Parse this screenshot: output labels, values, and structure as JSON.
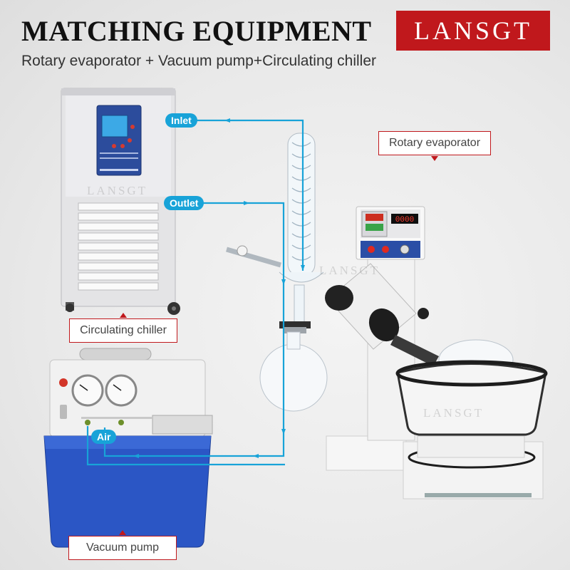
{
  "header": {
    "title": "MATCHING EQUIPMENT",
    "subtitle": "Rotary evaporator + Vacuum pump+Circulating chiller",
    "brand": "LANSGT"
  },
  "callouts": {
    "rotary": "Rotary evaporator",
    "chiller": "Circulating chiller",
    "pump": "Vacuum pump"
  },
  "tags": {
    "inlet": "Inlet",
    "outlet": "Outlet",
    "air": "Air"
  },
  "watermark": "LANSGT",
  "colors": {
    "brand_red": "#c0181c",
    "hose_blue": "#18a3d8",
    "pump_blue": "#2b56c5"
  },
  "controller": {
    "display": "0000"
  }
}
